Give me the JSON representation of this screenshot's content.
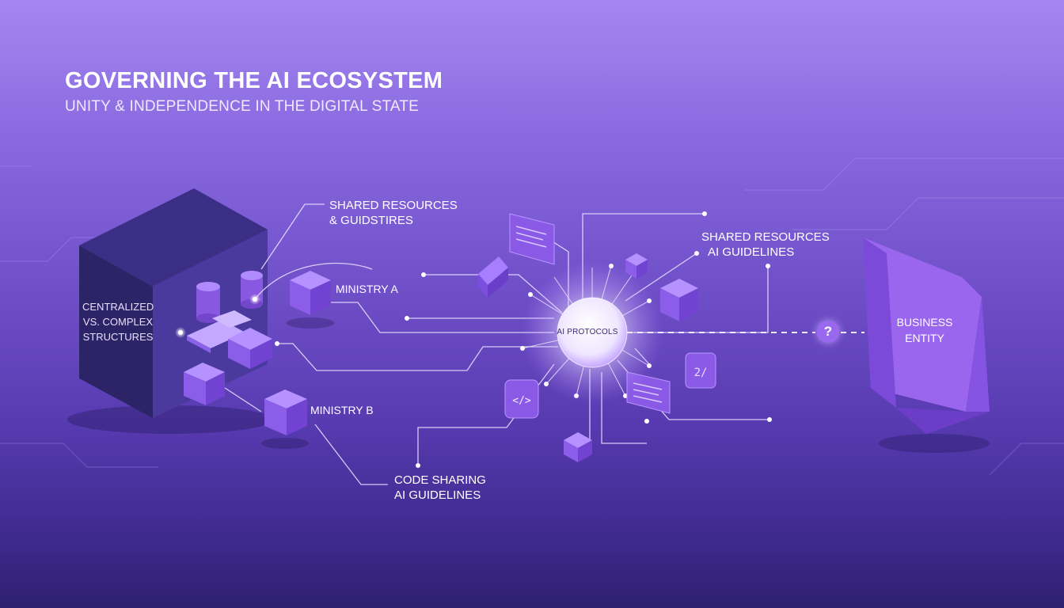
{
  "header": {
    "title": "GOVERNING THE AI ECOSYSTEM",
    "subtitle": "UNITY & INDEPENDENCE IN THE DIGITAL STATE"
  },
  "central_box": {
    "lines": [
      "CENTRALIZED",
      "VS. COMPLEX",
      "STRUCTURES"
    ]
  },
  "labels": {
    "shared_resources_left": [
      "SHARED RESOURCES",
      "& GUIDSTIRES"
    ],
    "ministry_a": "MINISTRY A",
    "ministry_b": "MINISTRY B",
    "code_sharing": [
      "CODE SHARING",
      "AI GUIDELINES"
    ],
    "shared_resources_right": [
      "SHARED RESOURCES",
      "AI GUIDELINES"
    ]
  },
  "hub": {
    "label": "AI PROTOCOLS"
  },
  "business": {
    "lines": [
      "BUSINESS",
      "ENTITY"
    ],
    "question": "?"
  },
  "colors": {
    "accent": "#9a68ef",
    "cube_face": "#8a56e6",
    "dark_box": "#2c2466"
  }
}
